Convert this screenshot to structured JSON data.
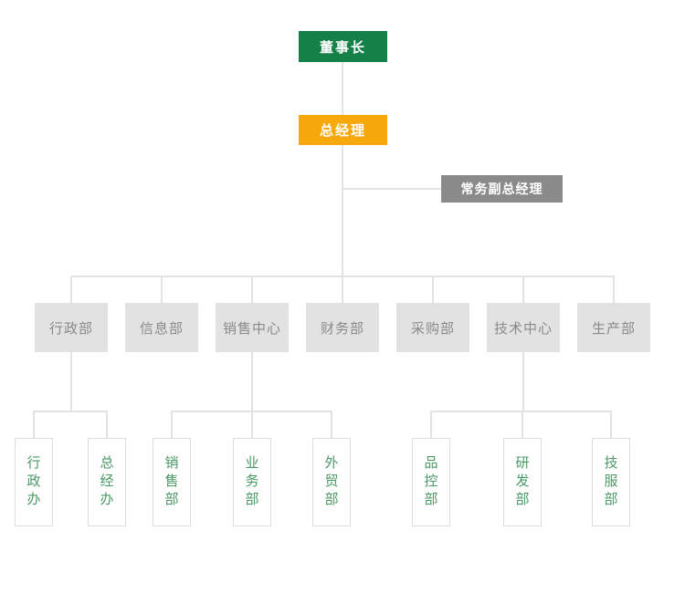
{
  "org_chart": {
    "chairman": "董事长",
    "general_manager": "总经理",
    "deputy_general_manager": "常务副总经理",
    "departments": [
      "行政部",
      "信息部",
      "销售中心",
      "财务部",
      "采购部",
      "技术中心",
      "生产部"
    ],
    "offices": [
      "行政办",
      "总经办",
      "销售部",
      "业务部",
      "外贸部",
      "品控部",
      "研发部",
      "技服部"
    ],
    "hierarchy": {
      "行政部": [
        "行政办",
        "总经办"
      ],
      "销售中心": [
        "销售部",
        "业务部",
        "外贸部"
      ],
      "技术中心": [
        "品控部",
        "研发部",
        "技服部"
      ]
    },
    "colors": {
      "chairman_bg": "#168049",
      "general_manager_bg": "#F6A80C",
      "deputy_bg": "#8A8A8A",
      "department_bg": "#E2E2E2",
      "department_text": "#8A8A8A",
      "office_text": "#4A9864",
      "office_border": "#DDDDDD",
      "connector": "#E3E3E3",
      "top_text": "#FFFFFF"
    }
  }
}
